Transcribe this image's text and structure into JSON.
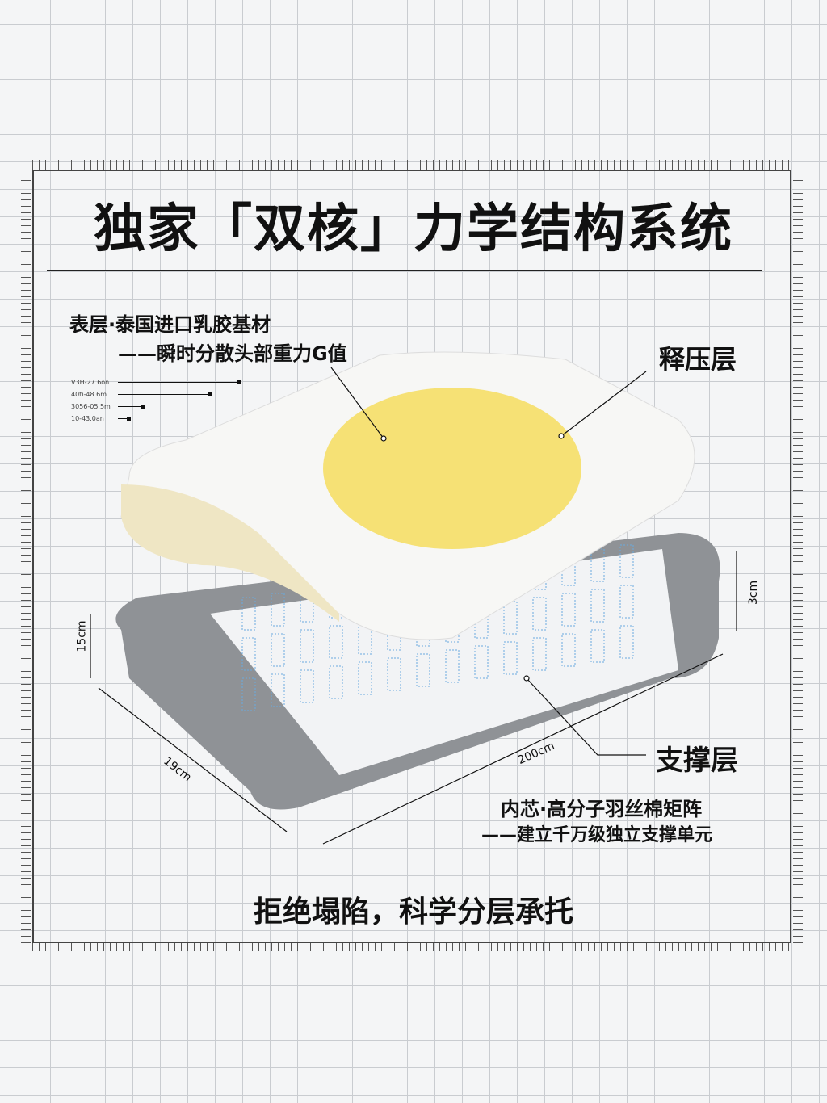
{
  "title": "独家「双核」力学结构系统",
  "top_layer": {
    "line1": "表层·泰国进口乳胶基材",
    "line2": "——瞬时分散头部重力G值",
    "name": "释压层"
  },
  "bottom_layer": {
    "name": "支撑层",
    "line1": "内芯·高分子羽丝棉矩阵",
    "line2": "——建立千万级独立支撑单元"
  },
  "specs": [
    {
      "label": "V3H-27.6on",
      "value": 0.95
    },
    {
      "label": "40ti-48.6m",
      "value": 0.72
    },
    {
      "label": "3056-05.5m",
      "value": 0.33
    },
    {
      "label": "10-43.0an",
      "value": 0.16
    }
  ],
  "dimensions": {
    "height": "15cm",
    "depth": "19cm",
    "length": "200cm",
    "layer": "3cm"
  },
  "slogan": "拒绝塌陷，科学分层承托",
  "colors": {
    "gel": "#f5d94a",
    "spring": "#6aa9df",
    "gray_side": "#8f9296"
  }
}
